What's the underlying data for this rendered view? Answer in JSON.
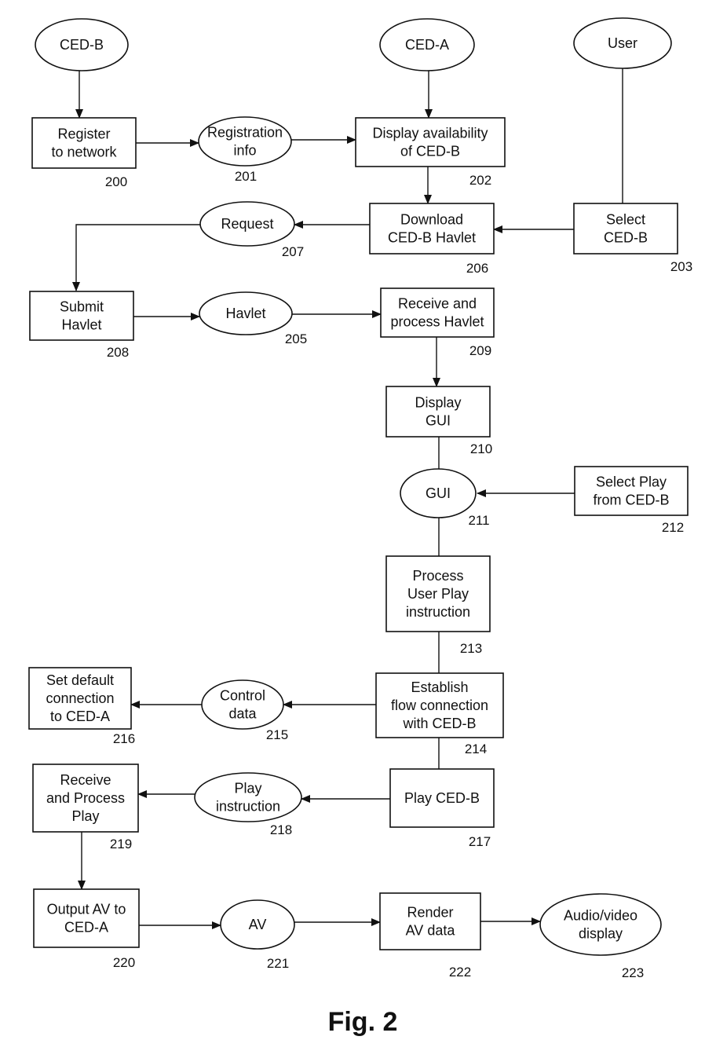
{
  "figure": {
    "caption": "Fig. 2"
  },
  "nodes": [
    {
      "id": "ced-b",
      "shape": "ellipse",
      "lines": [
        "CED-B"
      ]
    },
    {
      "id": "ced-a",
      "shape": "ellipse",
      "lines": [
        "CED-A"
      ]
    },
    {
      "id": "user",
      "shape": "ellipse",
      "lines": [
        "User"
      ]
    },
    {
      "id": "register",
      "shape": "rect",
      "lines": [
        "Register",
        "to network"
      ],
      "ref": "200"
    },
    {
      "id": "reg-info",
      "shape": "ellipse",
      "lines": [
        "Registration",
        "info"
      ],
      "ref": "201"
    },
    {
      "id": "display-avail",
      "shape": "rect",
      "lines": [
        "Display availability",
        "of CED-B"
      ],
      "ref": "202"
    },
    {
      "id": "select-cedb",
      "shape": "rect",
      "lines": [
        "Select",
        "CED-B"
      ],
      "ref": "203"
    },
    {
      "id": "download",
      "shape": "rect",
      "lines": [
        "Download",
        "CED-B Havlet"
      ],
      "ref": "206"
    },
    {
      "id": "request",
      "shape": "ellipse",
      "lines": [
        "Request"
      ],
      "ref": "207"
    },
    {
      "id": "submit",
      "shape": "rect",
      "lines": [
        "Submit",
        "Havlet"
      ],
      "ref": "208"
    },
    {
      "id": "havlet",
      "shape": "ellipse",
      "lines": [
        "Havlet"
      ],
      "ref": "205"
    },
    {
      "id": "receive-havlet",
      "shape": "rect",
      "lines": [
        "Receive and",
        "process Havlet"
      ],
      "ref": "209"
    },
    {
      "id": "display-gui",
      "shape": "rect",
      "lines": [
        "Display",
        "GUI"
      ],
      "ref": "210"
    },
    {
      "id": "gui",
      "shape": "ellipse",
      "lines": [
        "GUI"
      ],
      "ref": "211"
    },
    {
      "id": "select-play",
      "shape": "rect",
      "lines": [
        "Select Play",
        "from CED-B"
      ],
      "ref": "212"
    },
    {
      "id": "process-play",
      "shape": "rect",
      "lines": [
        "Process",
        "User Play",
        "instruction"
      ],
      "ref": "213"
    },
    {
      "id": "establish",
      "shape": "rect",
      "lines": [
        "Establish",
        "flow connection",
        "with CED-B"
      ],
      "ref": "214"
    },
    {
      "id": "control-data",
      "shape": "ellipse",
      "lines": [
        "Control",
        "data"
      ],
      "ref": "215"
    },
    {
      "id": "set-default",
      "shape": "rect",
      "lines": [
        "Set default",
        "connection",
        "to CED-A"
      ],
      "ref": "216"
    },
    {
      "id": "play-cedb",
      "shape": "rect",
      "lines": [
        "Play CED-B"
      ],
      "ref": "217"
    },
    {
      "id": "play-instr",
      "shape": "ellipse",
      "lines": [
        "Play",
        "instruction"
      ],
      "ref": "218"
    },
    {
      "id": "receive-play",
      "shape": "rect",
      "lines": [
        "Receive",
        "and Process",
        "Play"
      ],
      "ref": "219"
    },
    {
      "id": "output-av",
      "shape": "rect",
      "lines": [
        "Output AV to",
        "CED-A"
      ],
      "ref": "220"
    },
    {
      "id": "av",
      "shape": "ellipse",
      "lines": [
        "AV"
      ],
      "ref": "221"
    },
    {
      "id": "render",
      "shape": "rect",
      "lines": [
        "Render",
        "AV data"
      ],
      "ref": "222"
    },
    {
      "id": "av-display",
      "shape": "ellipse",
      "lines": [
        "Audio/video",
        "display"
      ],
      "ref": "223"
    }
  ],
  "edges": [
    {
      "from": "ced-b",
      "to": "register",
      "arrow": true
    },
    {
      "from": "ced-a",
      "to": "display-avail",
      "arrow": true
    },
    {
      "from": "user",
      "to": "select-cedb",
      "arrow": false
    },
    {
      "from": "register",
      "to": "reg-info",
      "arrow": true
    },
    {
      "from": "reg-info",
      "to": "display-avail",
      "arrow": true
    },
    {
      "from": "display-avail",
      "to": "download",
      "arrow": true
    },
    {
      "from": "select-cedb",
      "to": "download",
      "arrow": true
    },
    {
      "from": "download",
      "to": "request",
      "arrow": true
    },
    {
      "from": "request",
      "to": "submit",
      "arrow": true
    },
    {
      "from": "submit",
      "to": "havlet",
      "arrow": true
    },
    {
      "from": "havlet",
      "to": "receive-havlet",
      "arrow": true
    },
    {
      "from": "receive-havlet",
      "to": "display-gui",
      "arrow": true
    },
    {
      "from": "display-gui",
      "to": "gui",
      "arrow": false
    },
    {
      "from": "select-play",
      "to": "gui",
      "arrow": true
    },
    {
      "from": "gui",
      "to": "process-play",
      "arrow": false
    },
    {
      "from": "process-play",
      "to": "establish",
      "arrow": false
    },
    {
      "from": "establish",
      "to": "control-data",
      "arrow": true
    },
    {
      "from": "control-data",
      "to": "set-default",
      "arrow": true
    },
    {
      "from": "establish",
      "to": "play-cedb",
      "arrow": false
    },
    {
      "from": "play-cedb",
      "to": "play-instr",
      "arrow": true
    },
    {
      "from": "play-instr",
      "to": "receive-play",
      "arrow": true
    },
    {
      "from": "receive-play",
      "to": "output-av",
      "arrow": true
    },
    {
      "from": "output-av",
      "to": "av",
      "arrow": true
    },
    {
      "from": "av",
      "to": "render",
      "arrow": true
    },
    {
      "from": "render",
      "to": "av-display",
      "arrow": true
    }
  ]
}
